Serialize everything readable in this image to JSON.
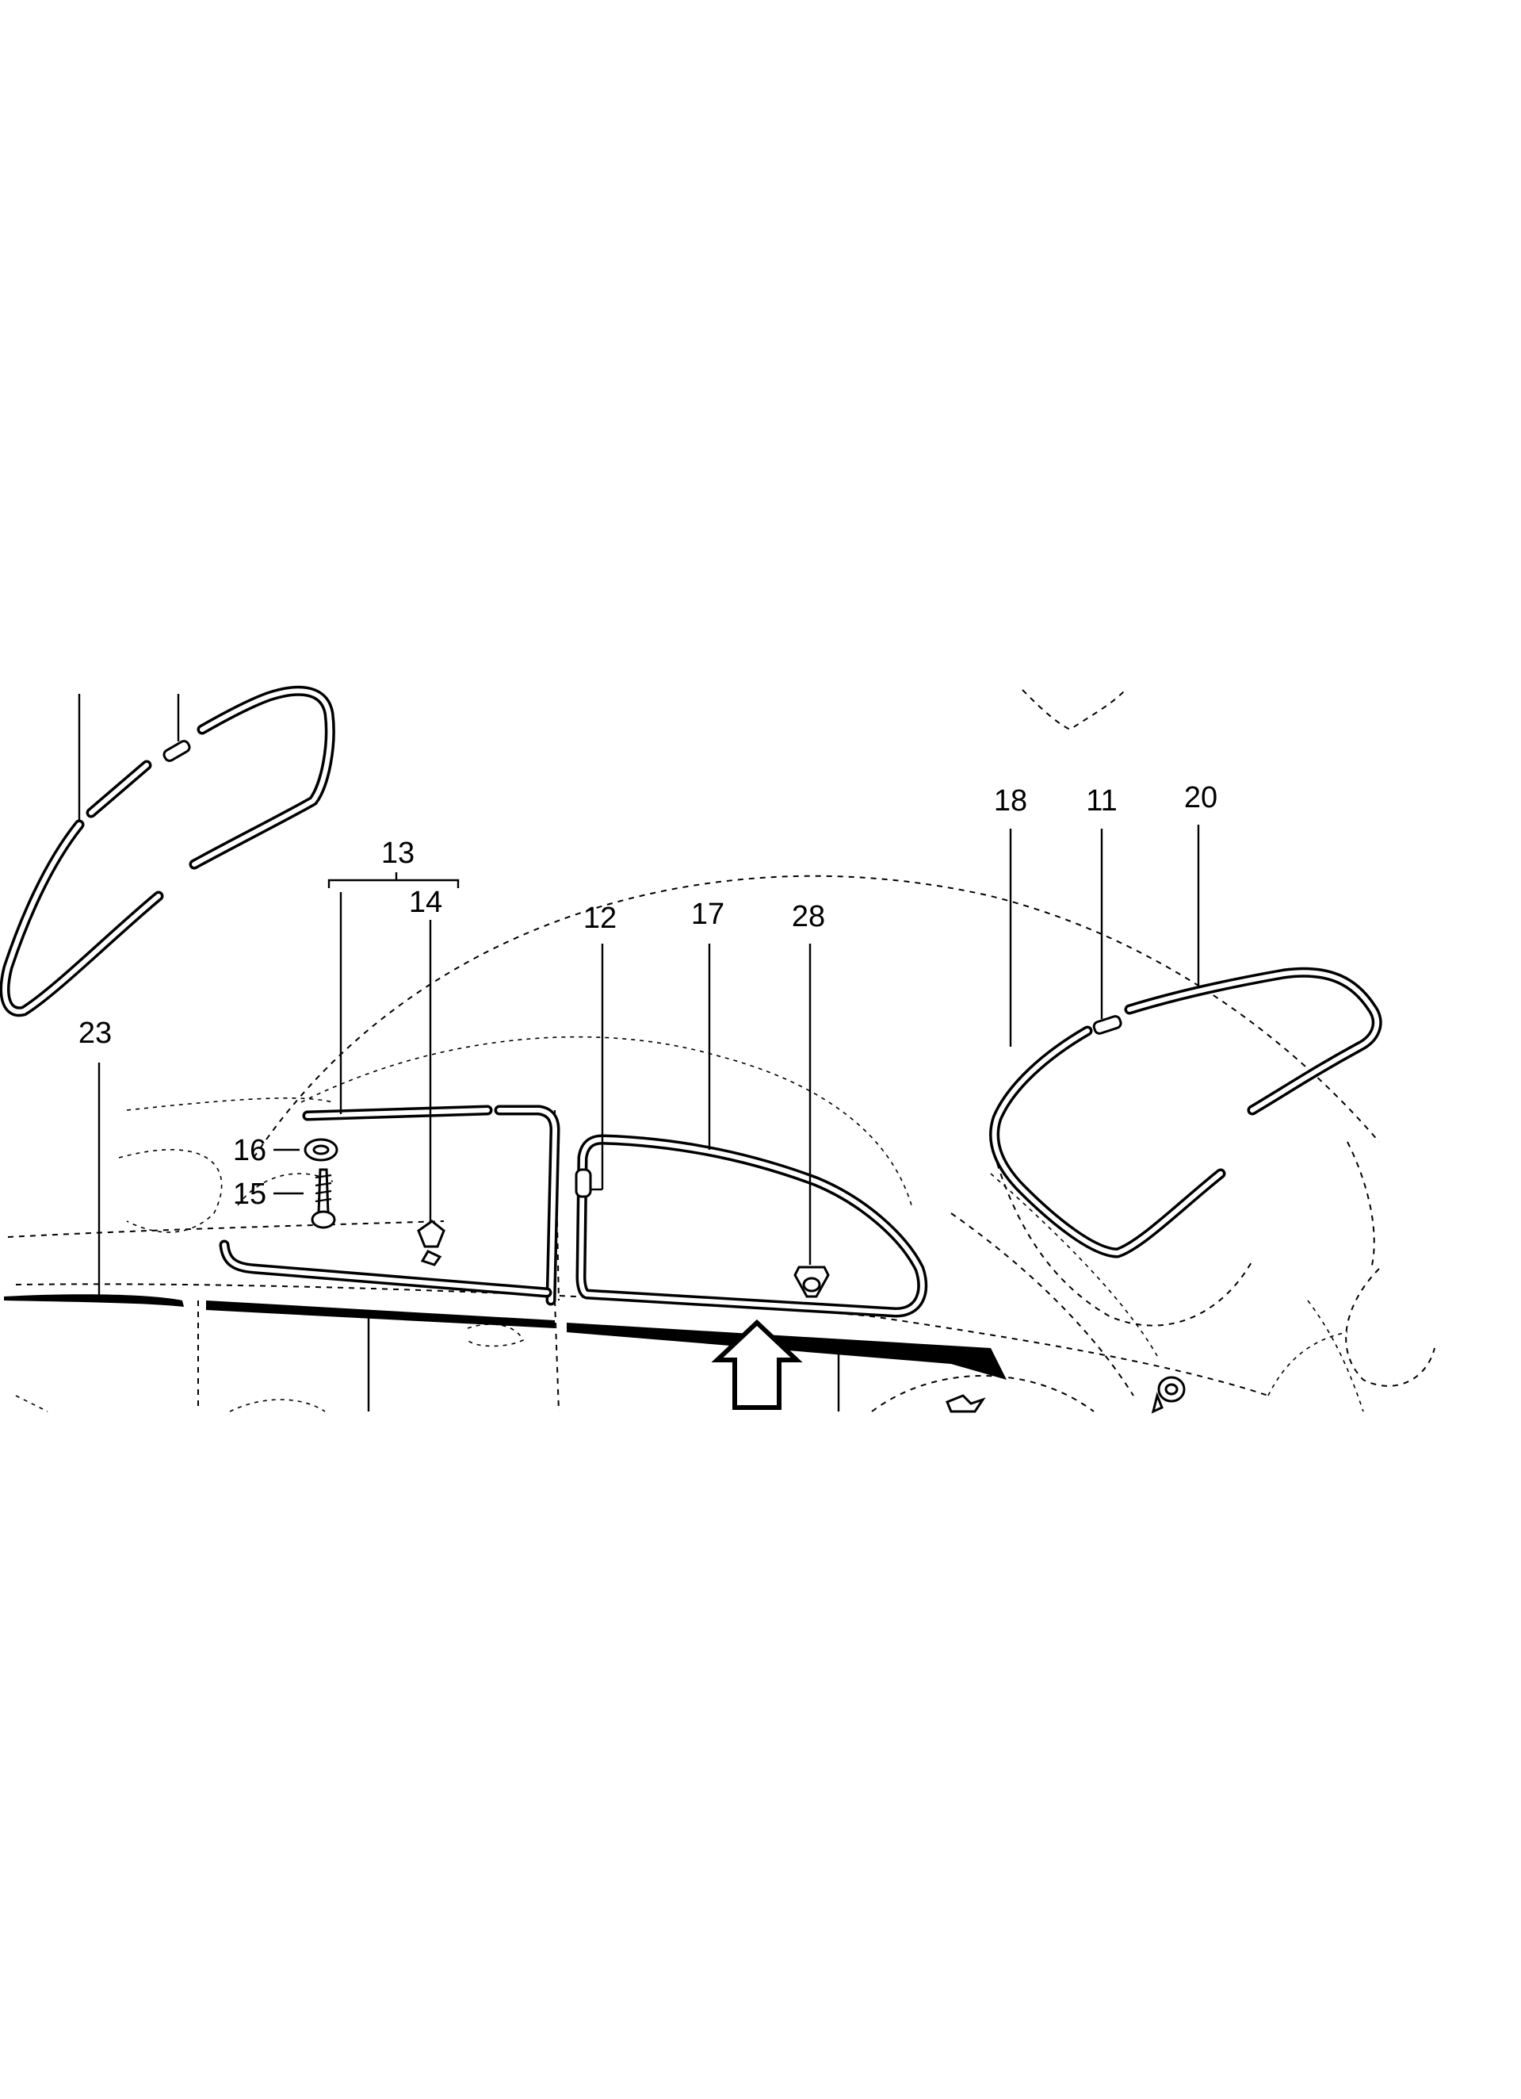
{
  "diagram": {
    "callouts": [
      {
        "id": "c23",
        "label": "23"
      },
      {
        "id": "c13",
        "label": "13"
      },
      {
        "id": "c14",
        "label": "14"
      },
      {
        "id": "c16",
        "label": "16"
      },
      {
        "id": "c15",
        "label": "15"
      },
      {
        "id": "c12",
        "label": "12"
      },
      {
        "id": "c17",
        "label": "17"
      },
      {
        "id": "c28",
        "label": "28"
      },
      {
        "id": "c18",
        "label": "18"
      },
      {
        "id": "c11",
        "label": "11"
      },
      {
        "id": "c20",
        "label": "20"
      }
    ],
    "colors": {
      "ink": "#000000",
      "paper": "#ffffff"
    }
  }
}
